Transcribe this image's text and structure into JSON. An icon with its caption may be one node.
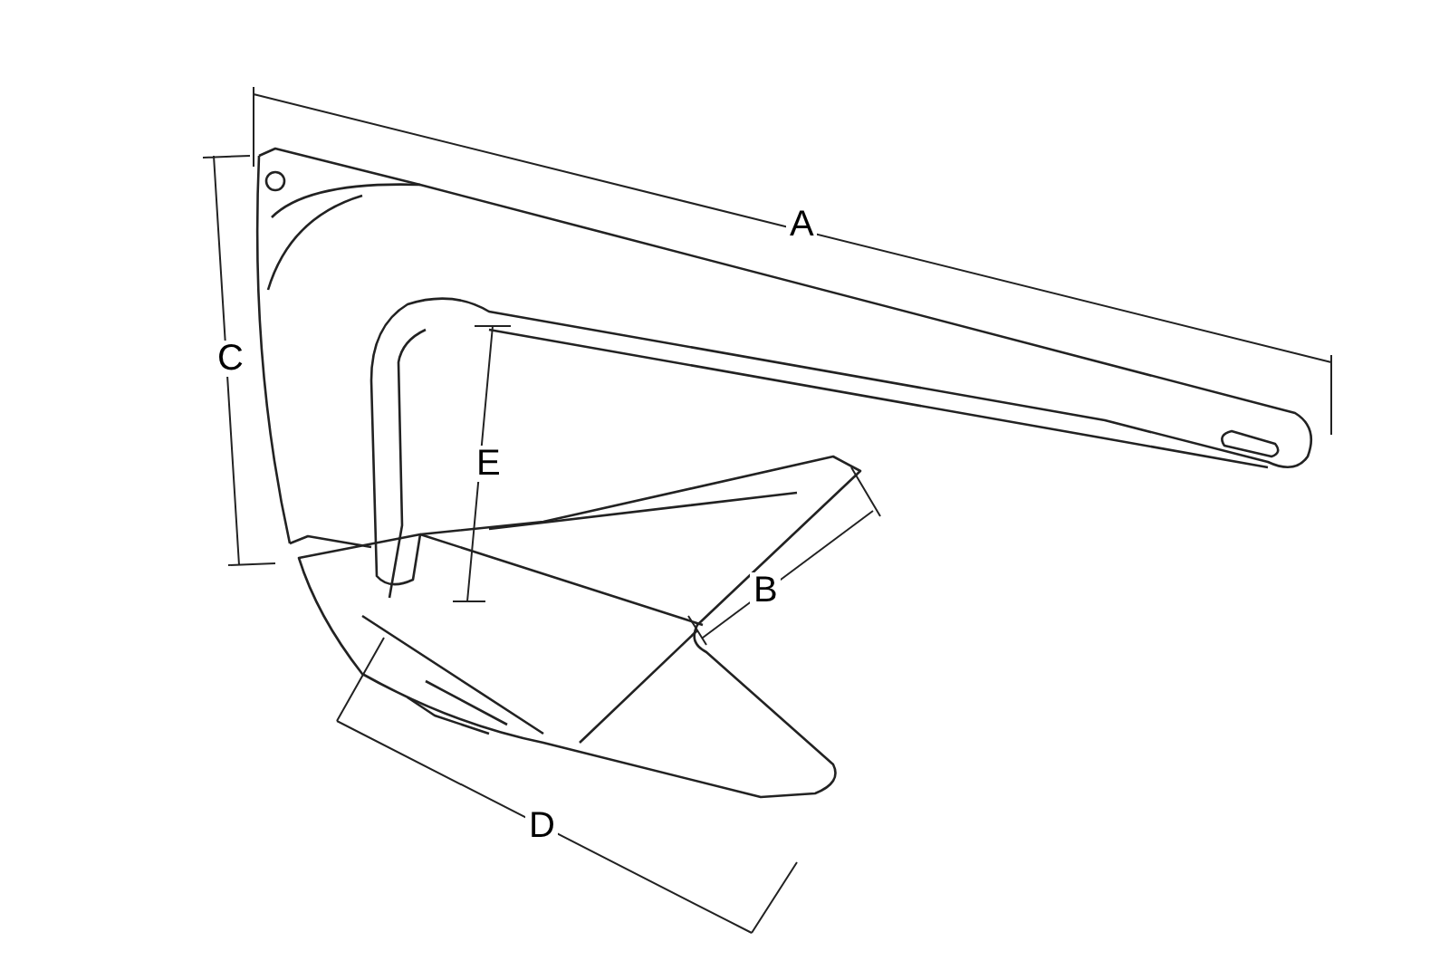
{
  "diagram": {
    "labels": [
      "A",
      "C",
      "E",
      "B",
      "D"
    ]
  }
}
